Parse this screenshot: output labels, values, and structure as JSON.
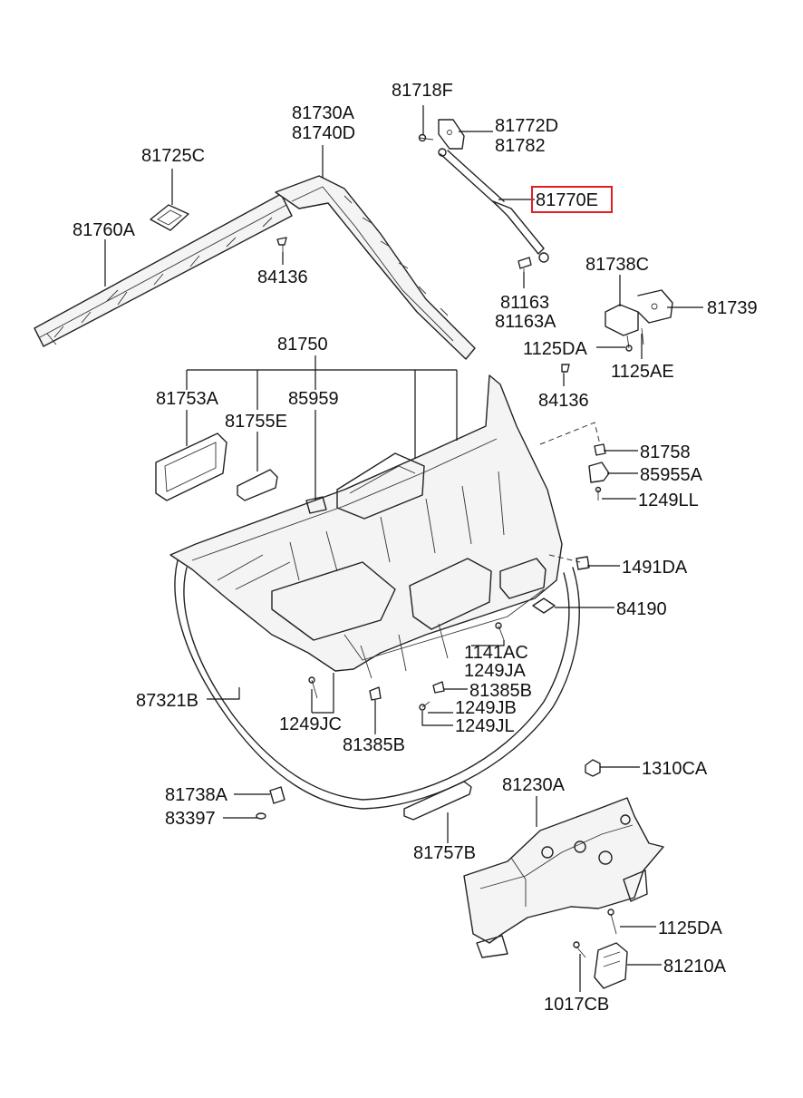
{
  "diagram": {
    "highlight_color": "#e02020",
    "line_color": "#111111",
    "highlighted_part": "81770E",
    "labels": {
      "p81718F": "81718F",
      "p81730A": "81730A",
      "p81740D": "81740D",
      "p81772D": "81772D",
      "p81782": "81782",
      "p81725C": "81725C",
      "p81770E": "81770E",
      "p81760A": "81760A",
      "p84136a": "84136",
      "p81738C": "81738C",
      "p81163": "81163",
      "p81739": "81739",
      "p81163A": "81163A",
      "p1125DAa": "1125DA",
      "p81750": "81750",
      "p1125AE": "1125AE",
      "p81753A": "81753A",
      "p85959": "85959",
      "p84136b": "84136",
      "p81755E": "81755E",
      "p81758": "81758",
      "p85955A": "85955A",
      "p1249LL": "1249LL",
      "p1491DA": "1491DA",
      "p84190": "84190",
      "p1141AC": "1141AC",
      "p1249JA": "1249JA",
      "p81385Ba": "81385B",
      "p87321B": "87321B",
      "p1249JB": "1249JB",
      "p1249JC": "1249JC",
      "p1249JL": "1249JL",
      "p81385Bb": "81385B",
      "p1310CA": "1310CA",
      "p81230A": "81230A",
      "p81738A": "81738A",
      "p83397": "83397",
      "p81757B": "81757B",
      "p1125DAb": "1125DA",
      "p81210A": "81210A",
      "p1017CB": "1017CB"
    }
  }
}
